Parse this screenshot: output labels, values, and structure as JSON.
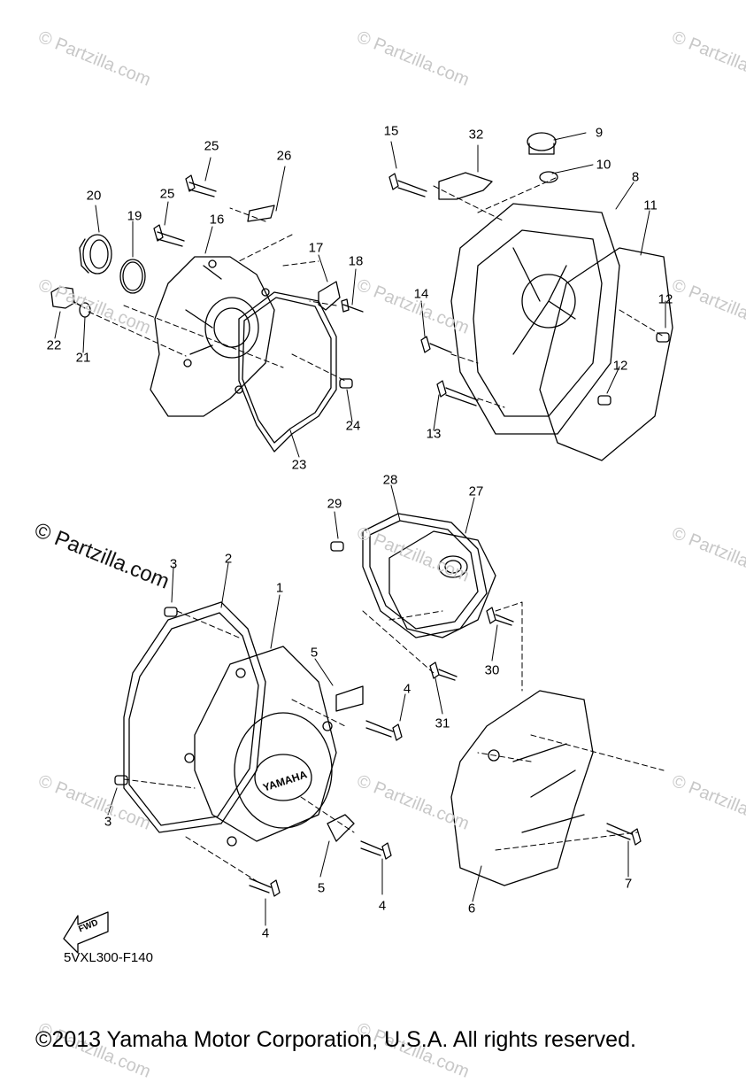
{
  "callouts": [
    {
      "n": "1",
      "name": "callout-1"
    },
    {
      "n": "2",
      "name": "callout-2"
    },
    {
      "n": "3",
      "name": "callout-3a"
    },
    {
      "n": "3",
      "name": "callout-3b"
    },
    {
      "n": "4",
      "name": "callout-4a"
    },
    {
      "n": "4",
      "name": "callout-4b"
    },
    {
      "n": "4",
      "name": "callout-4c"
    },
    {
      "n": "5",
      "name": "callout-5a"
    },
    {
      "n": "5",
      "name": "callout-5b"
    },
    {
      "n": "6",
      "name": "callout-6"
    },
    {
      "n": "7",
      "name": "callout-7"
    },
    {
      "n": "8",
      "name": "callout-8"
    },
    {
      "n": "9",
      "name": "callout-9"
    },
    {
      "n": "10",
      "name": "callout-10"
    },
    {
      "n": "11",
      "name": "callout-11"
    },
    {
      "n": "12",
      "name": "callout-12a"
    },
    {
      "n": "12",
      "name": "callout-12b"
    },
    {
      "n": "13",
      "name": "callout-13"
    },
    {
      "n": "14",
      "name": "callout-14"
    },
    {
      "n": "15",
      "name": "callout-15"
    },
    {
      "n": "16",
      "name": "callout-16"
    },
    {
      "n": "17",
      "name": "callout-17"
    },
    {
      "n": "18",
      "name": "callout-18"
    },
    {
      "n": "19",
      "name": "callout-19"
    },
    {
      "n": "20",
      "name": "callout-20"
    },
    {
      "n": "21",
      "name": "callout-21"
    },
    {
      "n": "22",
      "name": "callout-22"
    },
    {
      "n": "23",
      "name": "callout-23"
    },
    {
      "n": "24",
      "name": "callout-24"
    },
    {
      "n": "25",
      "name": "callout-25a"
    },
    {
      "n": "25",
      "name": "callout-25b"
    },
    {
      "n": "26",
      "name": "callout-26"
    },
    {
      "n": "27",
      "name": "callout-27"
    },
    {
      "n": "28",
      "name": "callout-28"
    },
    {
      "n": "29",
      "name": "callout-29"
    },
    {
      "n": "30",
      "name": "callout-30"
    },
    {
      "n": "31",
      "name": "callout-31"
    },
    {
      "n": "32",
      "name": "callout-32"
    }
  ],
  "watermark_small": "© Partzilla.com",
  "watermark_big": "© Partzilla.com",
  "fwd_label": "FWD",
  "cover_brand": "YAMAHA",
  "diagram_ref": "5VXL300-F140",
  "copyright": "©2013 Yamaha Motor Corporation, U.S.A. All rights reserved."
}
